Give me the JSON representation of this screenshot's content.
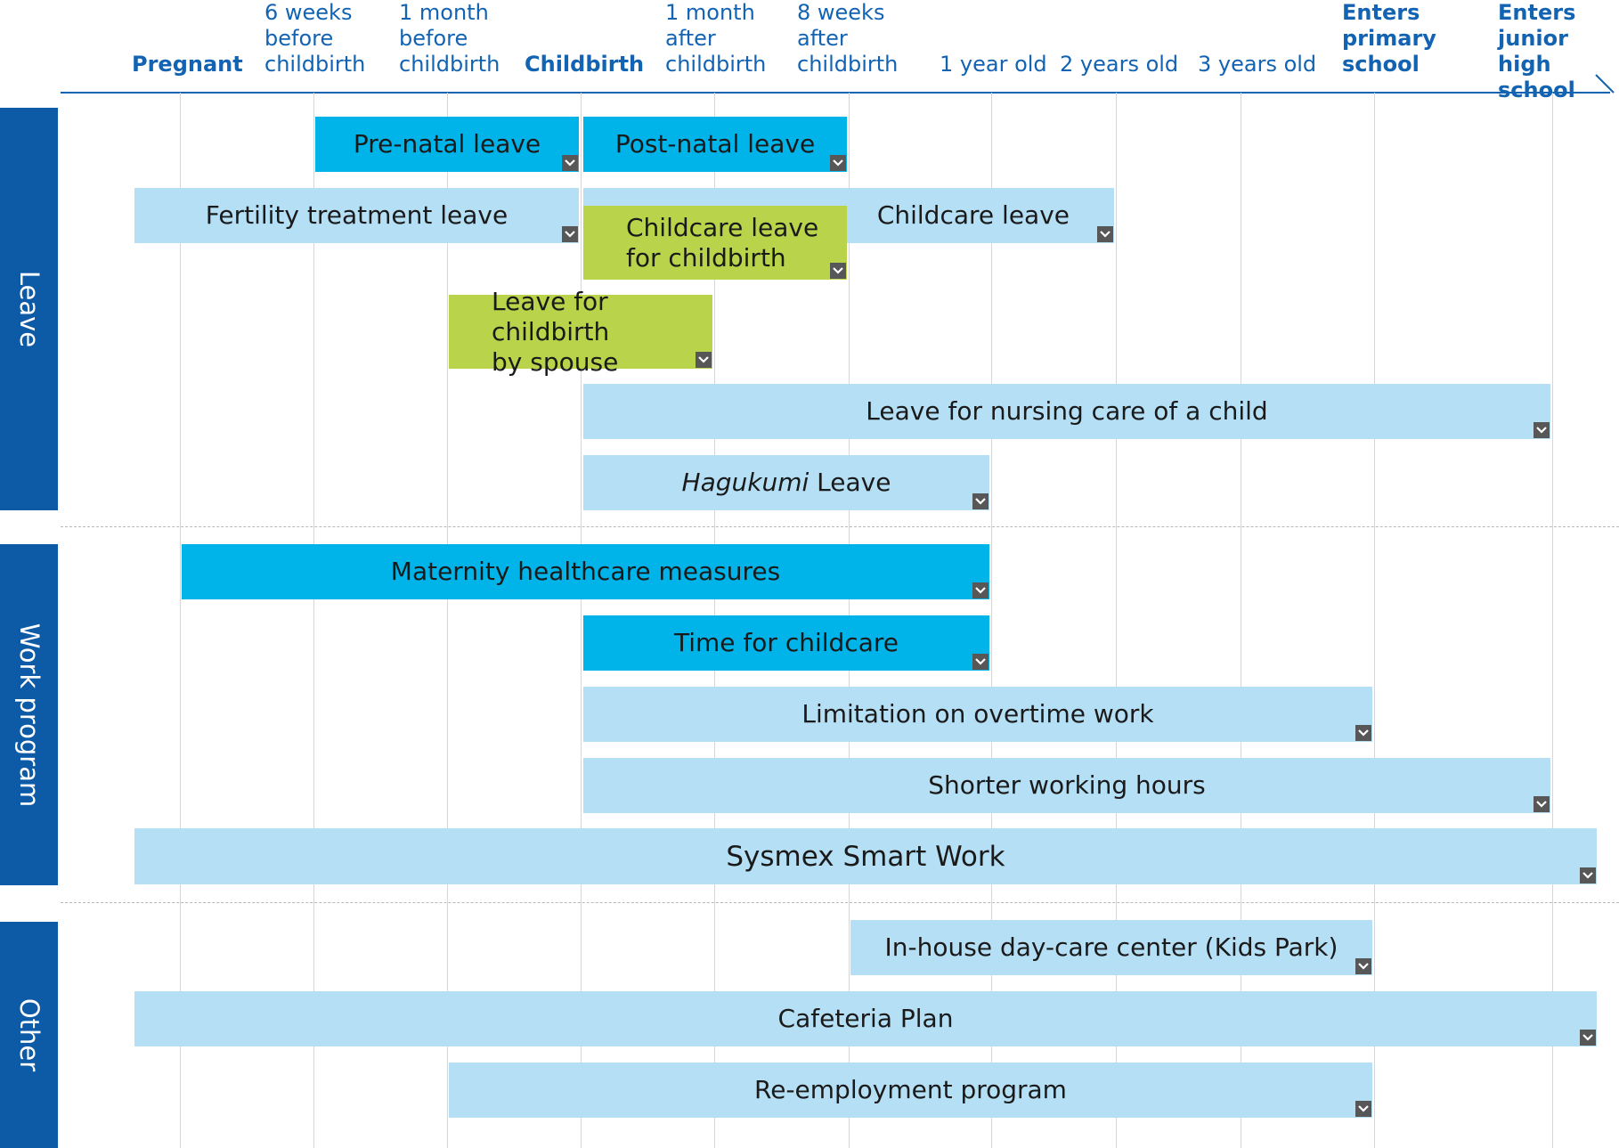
{
  "timeline": {
    "stages": [
      {
        "label": "Pregnant",
        "bold": true
      },
      {
        "label": "6 weeks\nbefore\nchildbirth",
        "bold": false
      },
      {
        "label": "1 month\nbefore\nchildbirth",
        "bold": false
      },
      {
        "label": "Childbirth",
        "bold": true
      },
      {
        "label": "1 month\nafter\nchildbirth",
        "bold": false
      },
      {
        "label": "8 weeks\nafter\nchildbirth",
        "bold": false
      },
      {
        "label": "1 year old",
        "bold": false
      },
      {
        "label": "2 years old",
        "bold": false
      },
      {
        "label": "3 years old",
        "bold": false
      },
      {
        "label": "Enters\nprimary\nschool",
        "bold": true
      },
      {
        "label": "Enters\njunior high\nschool",
        "bold": true
      }
    ]
  },
  "categories": [
    {
      "label": "Leave"
    },
    {
      "label": "Work program"
    },
    {
      "label": "Other"
    }
  ],
  "programs": [
    {
      "label": "Pre-natal leave",
      "color": "#00b4ea",
      "start": "6 weeks before childbirth",
      "end": "Childbirth"
    },
    {
      "label": "Post-natal leave",
      "color": "#00b4ea",
      "start": "Childbirth",
      "end": "8 weeks after childbirth"
    },
    {
      "label": "Fertility treatment leave",
      "color": "#b5dff5",
      "start": "Pregnant",
      "end": "Childbirth"
    },
    {
      "label": "Childcare leave",
      "color": "#b5dff5",
      "start": "Childbirth",
      "end": "2 years old"
    },
    {
      "label": "Childcare leave\nfor childbirth",
      "color": "#b9d34a",
      "start": "Childbirth",
      "end": "8 weeks after childbirth"
    },
    {
      "label": "Leave for childbirth\nby spouse",
      "color": "#b9d34a",
      "start": "1 month before childbirth",
      "end": "1 month after childbirth"
    },
    {
      "label": "Leave for nursing care of a child",
      "color": "#b5dff5",
      "start": "Childbirth",
      "end": "Enters junior high school"
    },
    {
      "label_italic": "Hagukumi",
      "label": " Leave",
      "color": "#b5dff5",
      "start": "Childbirth",
      "end": "1 year old"
    },
    {
      "label": "Maternity healthcare measures",
      "color": "#00b4ea",
      "start": "Pregnant",
      "end": "1 year old"
    },
    {
      "label": "Time for childcare",
      "color": "#00b4ea",
      "start": "Childbirth",
      "end": "1 year old"
    },
    {
      "label": "Limitation on overtime work",
      "color": "#b5dff5",
      "start": "Childbirth",
      "end": "Enters primary school"
    },
    {
      "label": "Shorter working hours",
      "color": "#b5dff5",
      "start": "Childbirth",
      "end": "Enters junior high school"
    },
    {
      "label": "Sysmex Smart Work",
      "color": "#b5dff5",
      "start": "Pregnant",
      "end": "Enters junior high school"
    },
    {
      "label": "In-house day-care center (Kids Park)",
      "color": "#b5dff5",
      "start": "8 weeks after childbirth",
      "end": "Enters primary school"
    },
    {
      "label": "Cafeteria Plan",
      "color": "#b5dff5",
      "start": "Pregnant",
      "end": "Enters junior high school"
    },
    {
      "label": "Re-employment program",
      "color": "#b5dff5",
      "start": "1 month before childbirth",
      "end": "Enters primary school"
    }
  ],
  "icons": {
    "expand": "chevron-down-icon",
    "timeline_end": "arrow-head-icon"
  }
}
